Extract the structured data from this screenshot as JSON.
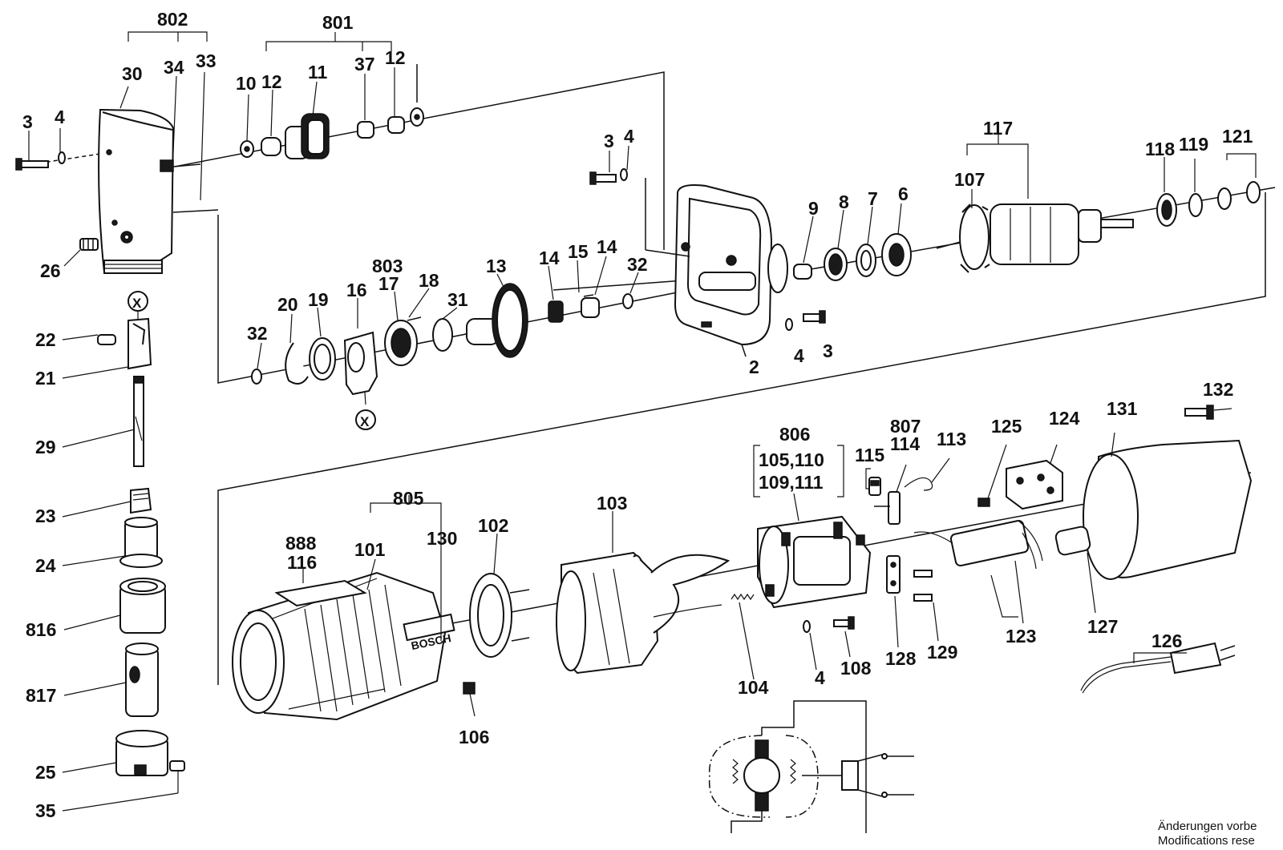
{
  "labels": {
    "l802": "802",
    "l801": "801",
    "l30": "30",
    "l34": "34",
    "l33": "33",
    "l10": "10",
    "l12a": "12",
    "l11": "11",
    "l37": "37",
    "l12b": "12",
    "l3a": "3",
    "l4a": "4",
    "l26": "26",
    "l3b": "3",
    "l4b": "4",
    "l117": "117",
    "l107": "107",
    "l118": "118",
    "l119": "119",
    "l121": "121",
    "l9": "9",
    "l8": "8",
    "l7": "7",
    "l6": "6",
    "l803": "803",
    "l13": "13",
    "l14a": "14",
    "l15": "15",
    "l14b": "14",
    "l32a": "32",
    "l18": "18",
    "l17": "17",
    "l16": "16",
    "l19": "19",
    "l20": "20",
    "l31": "31",
    "l32b": "32",
    "l2": "2",
    "l4c": "4",
    "l3c": "3",
    "lx1": "X",
    "lx2": "X",
    "l22": "22",
    "l21": "21",
    "l29": "29",
    "l23": "23",
    "l24": "24",
    "l816": "816",
    "l817": "817",
    "l25": "25",
    "l35": "35",
    "l806": "806",
    "l806b": "105,110",
    "l806c": "109,111",
    "l807": "807",
    "l114": "114",
    "l113": "113",
    "l115": "115",
    "l125": "125",
    "l124": "124",
    "l131": "131",
    "l132": "132",
    "l805": "805",
    "l888": "888",
    "l116": "116",
    "l101": "101",
    "l130": "130",
    "l102": "102",
    "l103": "103",
    "l104": "104",
    "l106": "106",
    "l4d": "4",
    "l108": "108",
    "l128": "128",
    "l129": "129",
    "l123": "123",
    "l127": "127",
    "l126": "126"
  },
  "brand_text": "BOSCH",
  "footnote": {
    "line1": "Änderungen vorbe",
    "line2": "Modifications rese"
  }
}
